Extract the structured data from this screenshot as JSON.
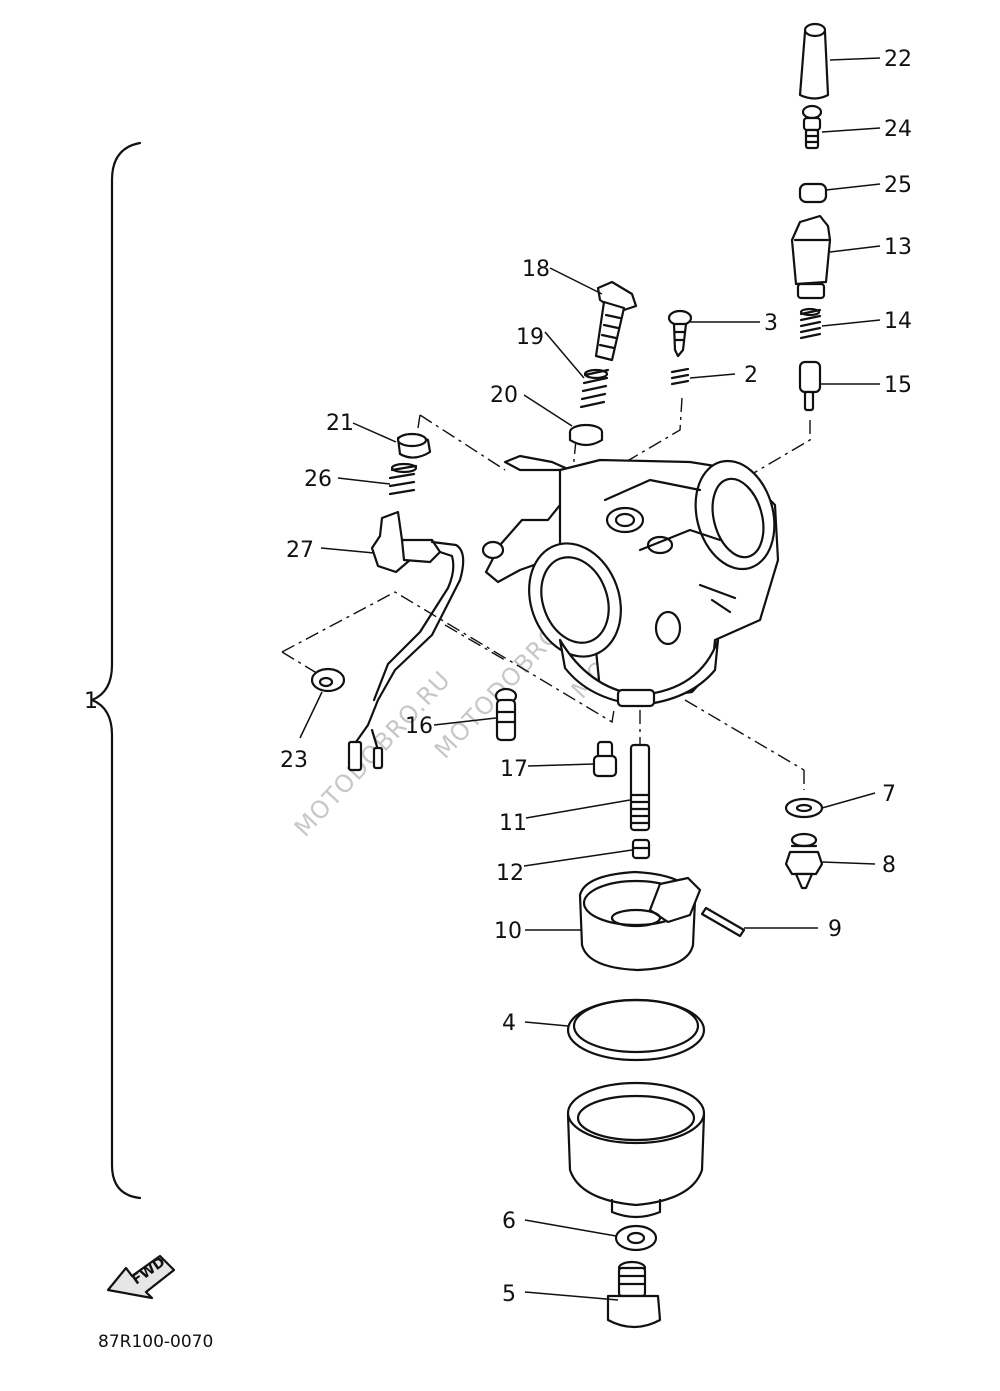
{
  "diagram": {
    "drawing_code": "87R100-0070",
    "fwd_label": "FWD",
    "watermark": "MOTODOBRO.RU",
    "callouts": [
      {
        "id": "c1",
        "label": "1"
      },
      {
        "id": "c2",
        "label": "2"
      },
      {
        "id": "c3",
        "label": "3"
      },
      {
        "id": "c4",
        "label": "4"
      },
      {
        "id": "c5",
        "label": "5"
      },
      {
        "id": "c6",
        "label": "6"
      },
      {
        "id": "c7",
        "label": "7"
      },
      {
        "id": "c8",
        "label": "8"
      },
      {
        "id": "c9",
        "label": "9"
      },
      {
        "id": "c10",
        "label": "10"
      },
      {
        "id": "c11",
        "label": "11"
      },
      {
        "id": "c12",
        "label": "12"
      },
      {
        "id": "c13",
        "label": "13"
      },
      {
        "id": "c14",
        "label": "14"
      },
      {
        "id": "c15",
        "label": "15"
      },
      {
        "id": "c16",
        "label": "16"
      },
      {
        "id": "c17",
        "label": "17"
      },
      {
        "id": "c18",
        "label": "18"
      },
      {
        "id": "c19",
        "label": "19"
      },
      {
        "id": "c20",
        "label": "20"
      },
      {
        "id": "c21",
        "label": "21"
      },
      {
        "id": "c22",
        "label": "22"
      },
      {
        "id": "c23",
        "label": "23"
      },
      {
        "id": "c24",
        "label": "24"
      },
      {
        "id": "c25",
        "label": "25"
      },
      {
        "id": "c26",
        "label": "26"
      },
      {
        "id": "c27",
        "label": "27"
      }
    ]
  }
}
